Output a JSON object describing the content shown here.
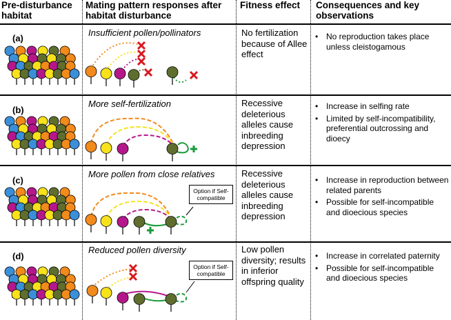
{
  "headers": {
    "col1": "Pre-disturbance habitat",
    "col2": "Mating pattern responses after habitat disturbance",
    "col3": "Fitness effect",
    "col4": "Consequences and key observations"
  },
  "rows": [
    {
      "label": "(a)",
      "mating_title": "Insufficient pollen/pollinators",
      "fitness": "No fertilization because of Allee effect",
      "consequences": [
        "No reproduction takes place unless cleistogamous"
      ]
    },
    {
      "label": "(b)",
      "mating_title": "More self-fertilization",
      "fitness": "Recessive deleterious alleles cause inbreeding depression",
      "consequences": [
        "Increase in selfing rate",
        "Limited by self-incompatibility, preferential outcrossing and dioecy"
      ]
    },
    {
      "label": "(c)",
      "mating_title": "More pollen from close relatives",
      "fitness": "Recessive deleterious alleles cause inbreeding depression",
      "callout": "Option if Self-compatible",
      "consequences": [
        "Increase in reproduction between related parents",
        "Possible for self-incompatible and dioecious species"
      ]
    },
    {
      "label": "(d)",
      "mating_title": "Reduced pollen diversity",
      "fitness": "Low pollen diversity; results in inferior offspring quality",
      "callout": "Option if Self-compatible",
      "consequences": [
        "Increase in correlated paternity",
        "Possible for self-incompatible and dioecious species"
      ]
    }
  ],
  "colors": {
    "orange": "#f28a1c",
    "yellow": "#f7e21b",
    "magenta": "#b5178b",
    "olive": "#5f6e2e",
    "blue": "#3b8fd8",
    "cross_red": "#d8171f",
    "plus_green": "#1b9a3a",
    "self_loop_green": "#1b9a3a"
  }
}
